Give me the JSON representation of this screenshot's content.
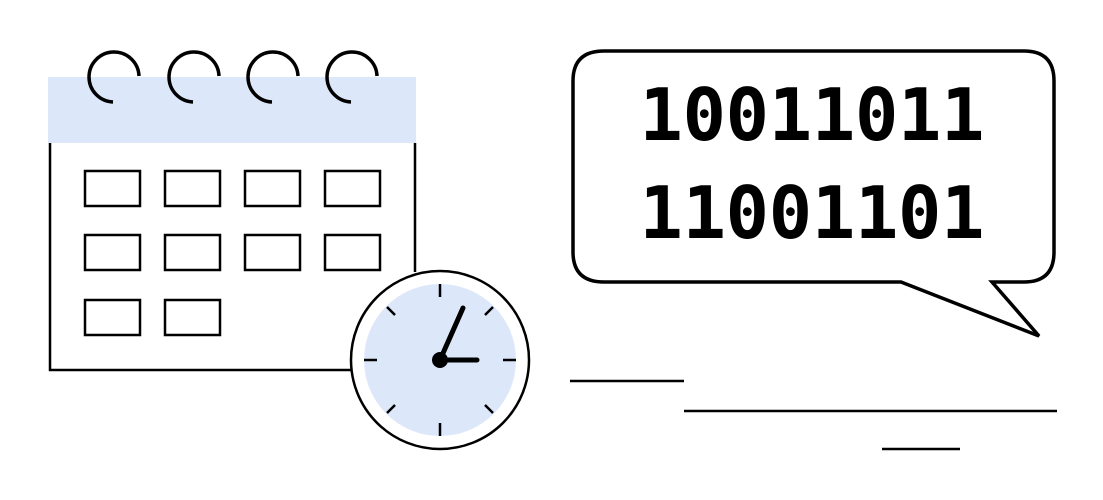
{
  "illustration": {
    "accent_fill": "#dce8fa",
    "stroke_color": "#000000",
    "calendar": {
      "label": "calendar",
      "rings": 4,
      "grid_rows": [
        4,
        4,
        2
      ]
    },
    "clock": {
      "label": "clock",
      "time_shown": "3:05"
    },
    "speech_bubble": {
      "label": "speech bubble",
      "lines": [
        "10011011",
        "11001101"
      ]
    },
    "decorative_lines": 3
  }
}
